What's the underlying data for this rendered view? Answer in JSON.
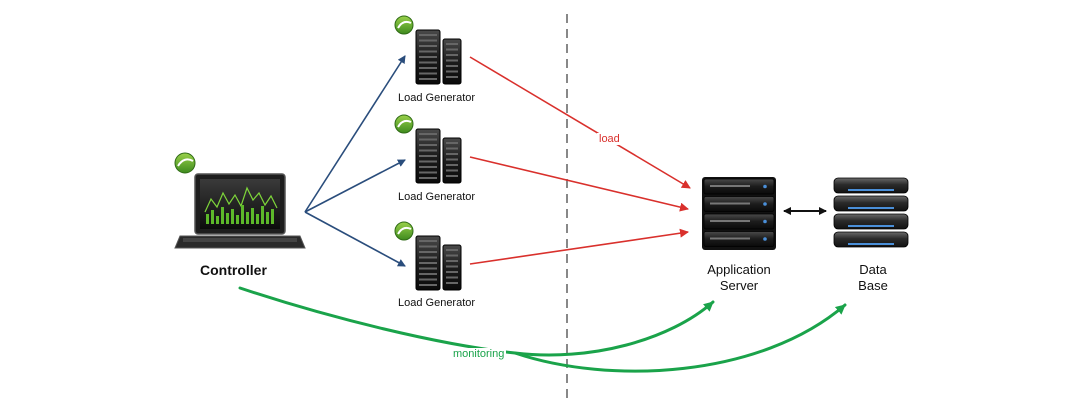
{
  "nodes": {
    "controller": {
      "label": "Controller"
    },
    "load_generators": [
      {
        "label": "Load Generator"
      },
      {
        "label": "Load Generator"
      },
      {
        "label": "Load Generator"
      }
    ],
    "app_server": {
      "label_line1": "Application",
      "label_line2": "Server"
    },
    "database": {
      "label_line1": "Data",
      "label_line2": "Base"
    }
  },
  "edges": {
    "load_label": "load",
    "monitoring_label": "monitoring"
  },
  "colors": {
    "controller_to_generator": "#2a4d7c",
    "load": "#d9302c",
    "monitoring": "#1aa34a",
    "divider": "#888888",
    "db_link": "#111111",
    "badge": "#5aa02c"
  }
}
